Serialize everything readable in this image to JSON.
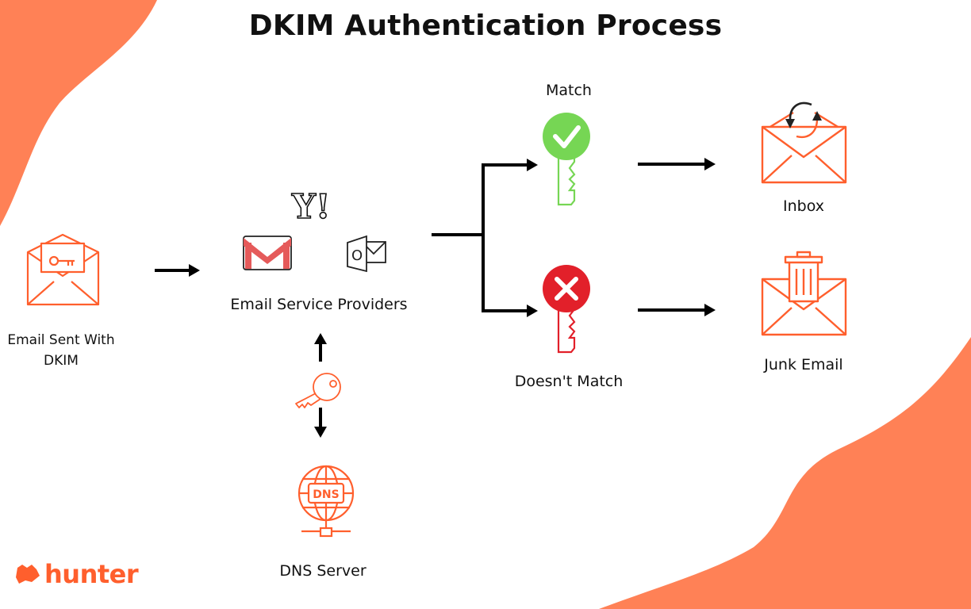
{
  "title": "DKIM Authentication Process",
  "labels": {
    "email_sent": "Email Sent With DKIM",
    "providers": "Email Service Providers",
    "dns_server": "DNS Server",
    "match": "Match",
    "no_match": "Doesn't Match",
    "inbox": "Inbox",
    "junk": "Junk Email"
  },
  "icons": {
    "envelope_key": "envelope-key-icon",
    "gmail": "gmail-icon",
    "yahoo": "yahoo-icon",
    "outlook": "outlook-icon",
    "key": "key-icon",
    "dns": "dns-globe-icon",
    "green_key": "green-check-key-icon",
    "red_key": "red-x-key-icon",
    "inbox_envelope": "inbox-envelope-sync-icon",
    "junk_envelope": "junk-envelope-trash-icon"
  },
  "yahoo_text": "Y!",
  "outlook_letter": "O",
  "dns_text": "DNS",
  "brand": {
    "name": "hunter",
    "accent": "#ff5f2d",
    "blob": "#ff8156",
    "green": "#76d654",
    "red": "#e2202a"
  }
}
